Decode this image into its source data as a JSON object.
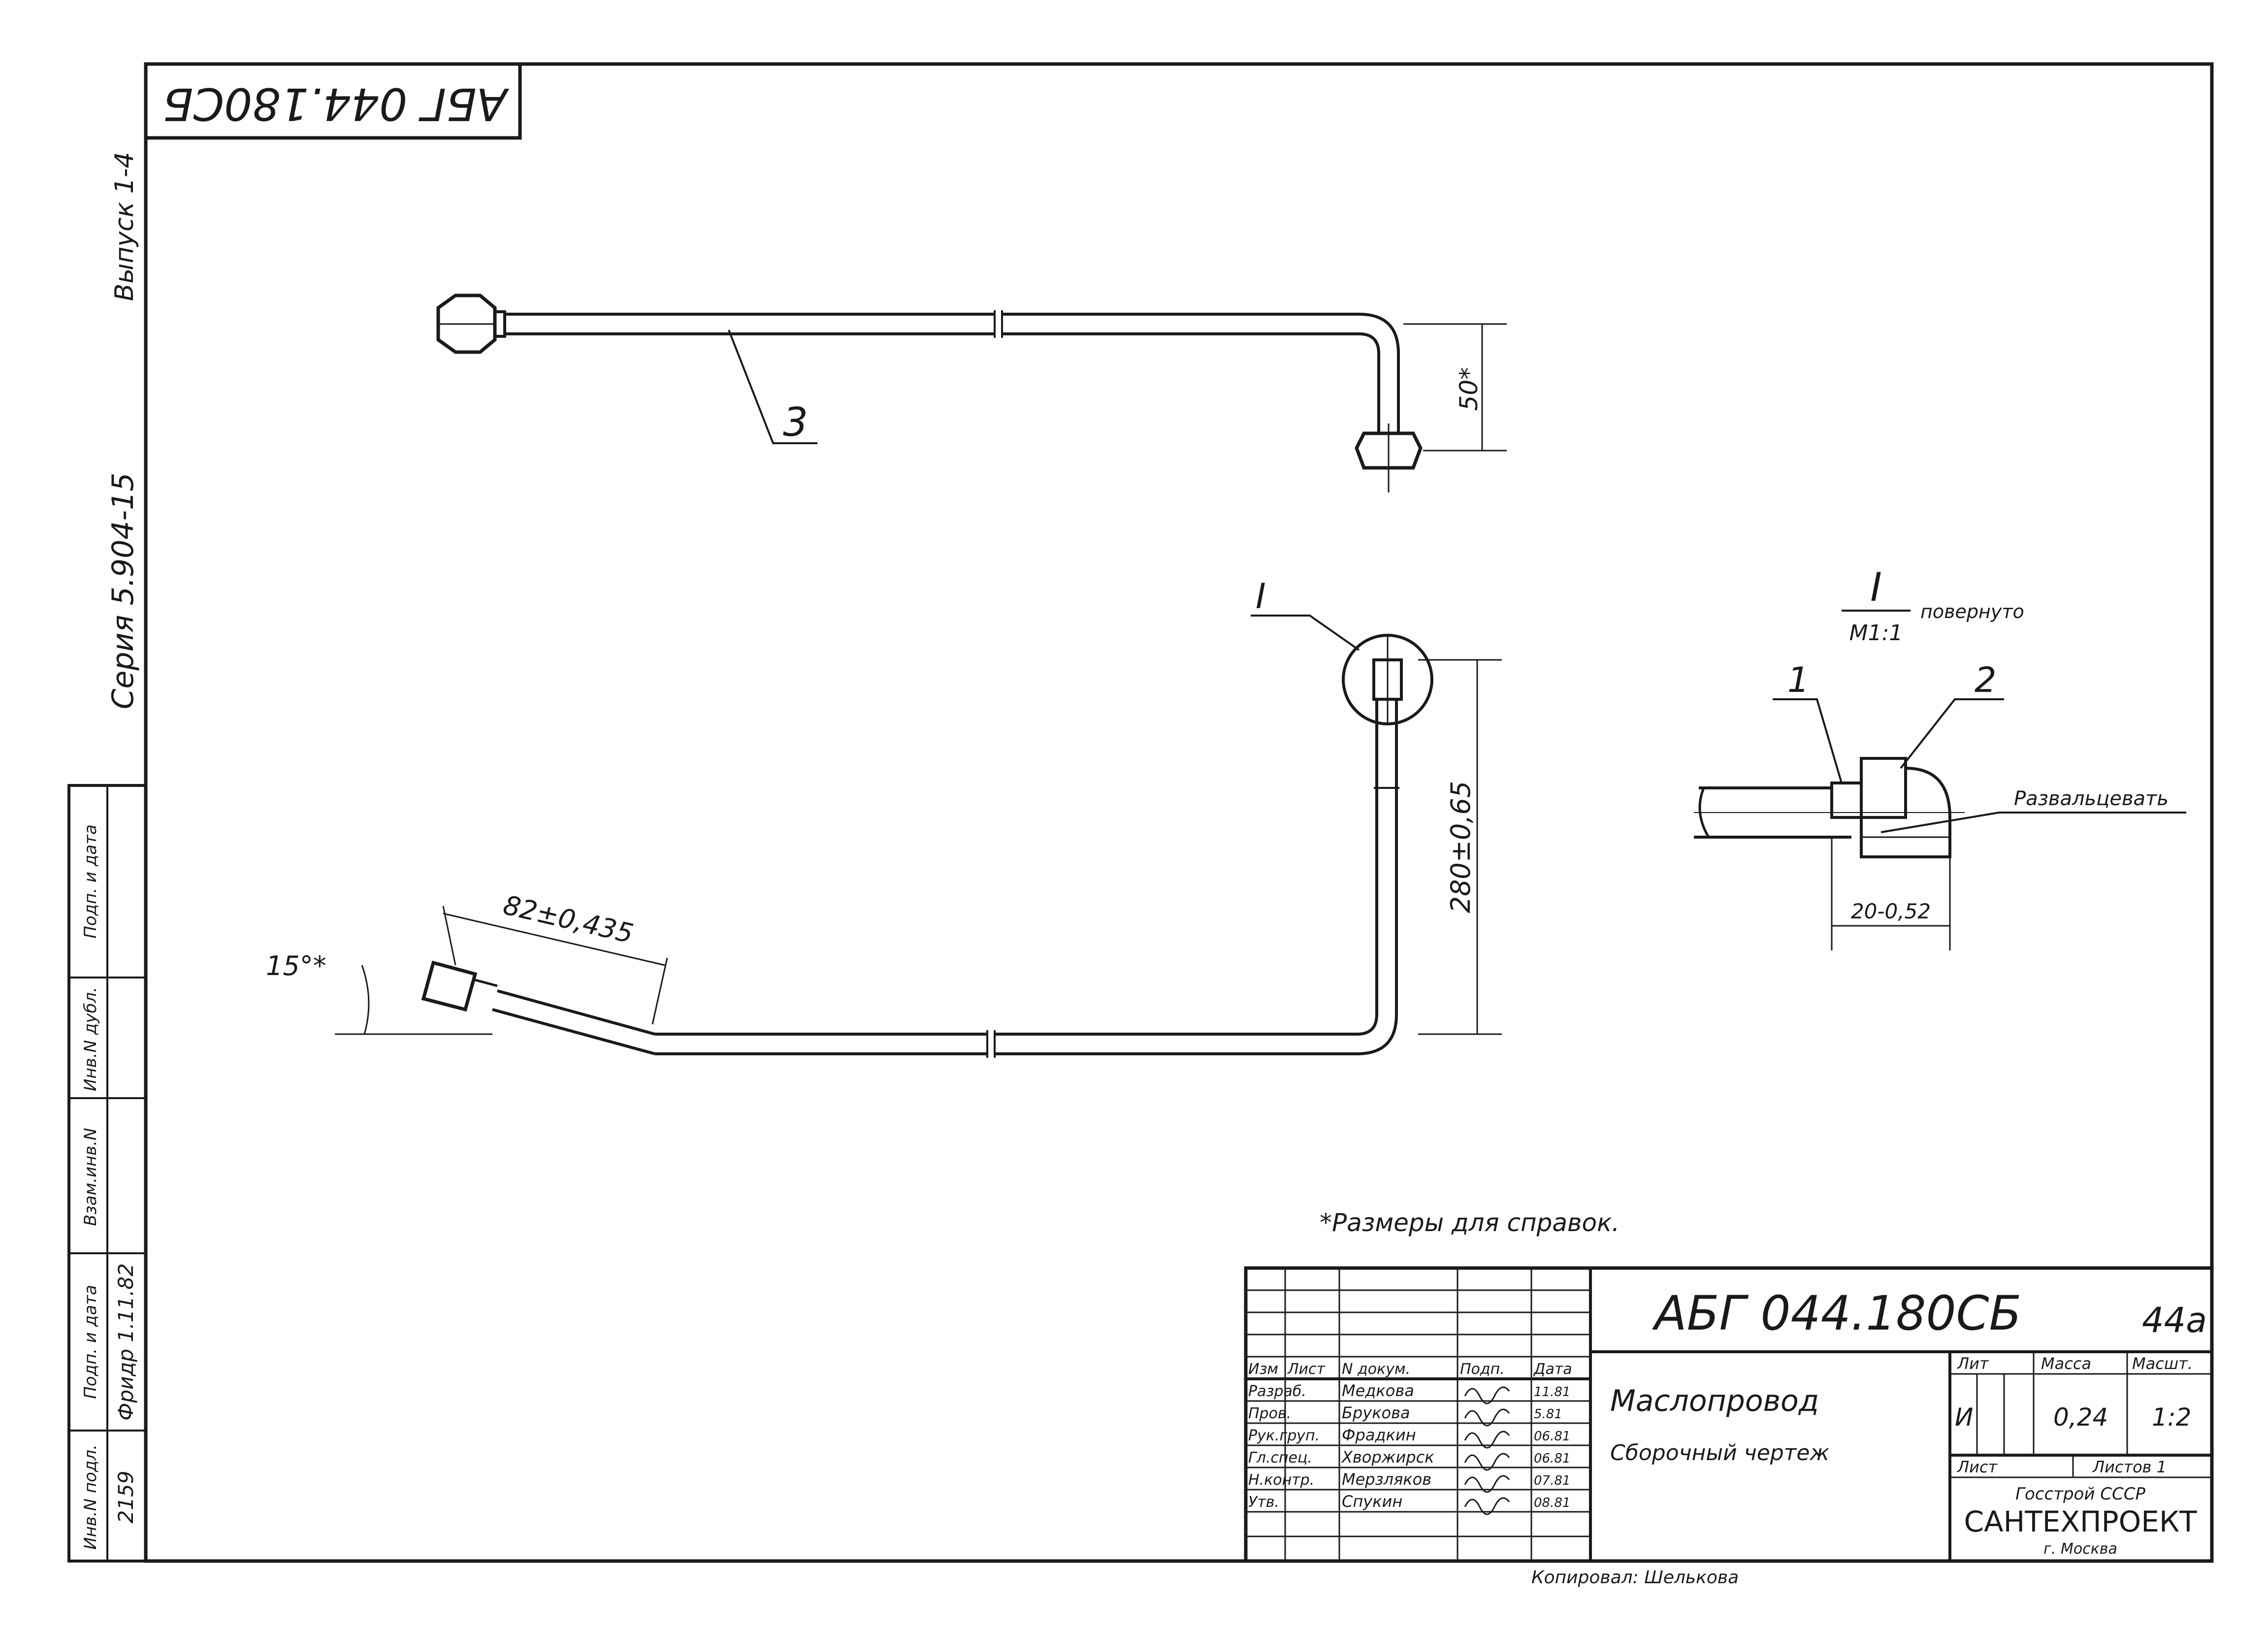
{
  "drawing": {
    "stamp_code": "АБГ 044.180СБ",
    "issue_label": "Выпуск 1-4",
    "series_label": "Серия 5.904-15"
  },
  "views": {
    "leader_part3": "3",
    "dim_50": "50*",
    "detail_mark": "I",
    "dim_280": "280±0,65",
    "dim_82": "82±0,435",
    "angle_15": "15°*",
    "detail_title": "I",
    "detail_scale": "М1:1",
    "detail_rotated": "повернуто",
    "leader_part1": "1",
    "leader_part2": "2",
    "flaring_note": "Развальцевать",
    "dim_20": "20-0,52"
  },
  "note": "*Размеры для справок.",
  "left_strip": {
    "cols": [
      "Инв.N подл.",
      "Подп. и дата",
      "Взам.инв.N",
      "Инв.N дубл.",
      "Подп. и дата"
    ],
    "values": [
      "2159",
      "Фридр 1.11.82"
    ]
  },
  "title_block": {
    "designation": "АБГ 044.180СБ",
    "format": "44а",
    "name_1": "Маслопровод",
    "name_2": "Сборочный чертеж",
    "header_cols": [
      "Изм",
      "Лист",
      "N докум.",
      "Подп.",
      "Дата"
    ],
    "roles": [
      "Разраб.",
      "Пров.",
      "Рук.груп.",
      "Гл.спец.",
      "Н.контр.",
      "Утв."
    ],
    "names": [
      "Медкова",
      "Брукова",
      "Фрадкин",
      "Хворжирск",
      "Мерзляков",
      "Спукин"
    ],
    "dates": [
      "11.81",
      "5.81",
      "06.81",
      "06.81",
      "07.81",
      "08.81"
    ],
    "lit_label": "Лит",
    "lit_value": "И",
    "mass_label": "Масса",
    "mass_value": "0,24",
    "scale_label": "Масшт.",
    "scale_value": "1:2",
    "sheet_label": "Лист",
    "sheets_label": "Листов 1",
    "org_1": "Госстрой СССР",
    "org_2": "САНТЕХПРОЕКТ",
    "org_3": "г. Москва",
    "copied_by": "Копировал: Шелькова"
  }
}
